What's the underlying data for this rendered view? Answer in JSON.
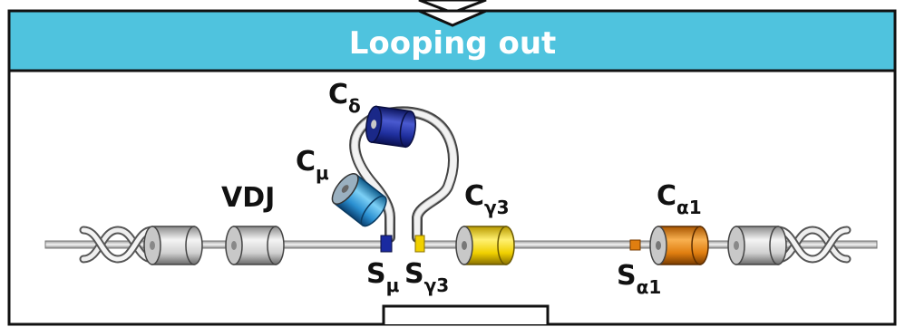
{
  "panel": {
    "title": "Looping out",
    "header_color": "#4fc3de",
    "border_color": "#111111"
  },
  "labels": {
    "vdj": "VDJ",
    "c_delta": {
      "main": "C",
      "sub": "δ"
    },
    "c_mu": {
      "main": "C",
      "sub": "μ"
    },
    "c_gamma3": {
      "main": "C",
      "sub": "γ3"
    },
    "c_alpha1": {
      "main": "C",
      "sub": "α1"
    },
    "s_mu": {
      "main": "S",
      "sub": "μ"
    },
    "s_gamma3": {
      "main": "S",
      "sub": "γ3"
    },
    "s_alpha1": {
      "main": "S",
      "sub": "α1"
    }
  },
  "colors": {
    "c_delta": "#1f2f9e",
    "c_mu": "#2a8fd0",
    "c_gamma3": "#f0d000",
    "c_alpha1": "#e07e10",
    "s_mu": "#1a2aa0",
    "s_gamma3": "#f0d000",
    "s_alpha1": "#e07e10",
    "grey_gene": "#d6d6d6"
  }
}
